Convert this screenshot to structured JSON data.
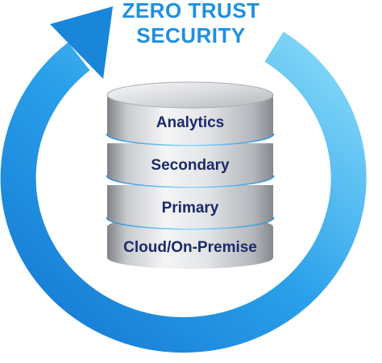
{
  "title": {
    "line1": "ZERO TRUST",
    "line2": "SECURITY"
  },
  "layers": [
    {
      "label": "Analytics"
    },
    {
      "label": "Secondary"
    },
    {
      "label": "Primary"
    },
    {
      "label": "Cloud/On-Premise"
    }
  ],
  "colors": {
    "title": "#1f8fe0",
    "arrow_dark": "#1580d6",
    "arrow_light": "#7fd3f7",
    "label": "#1a2a6a",
    "separator": "#3aa8e8"
  }
}
